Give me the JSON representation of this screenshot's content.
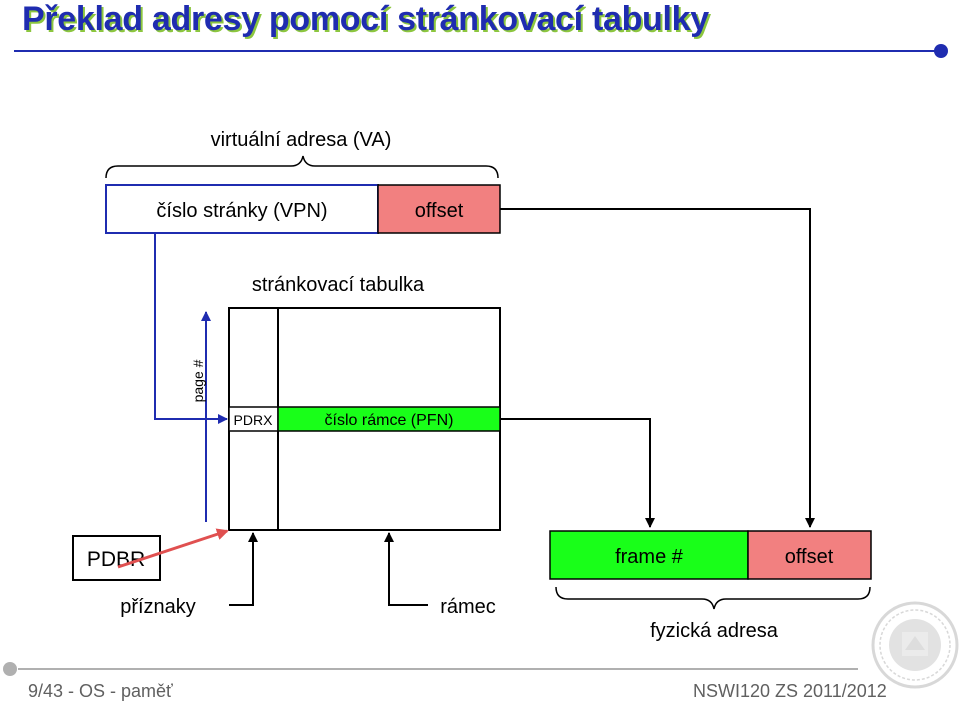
{
  "slide": {
    "title": "Překlad adresy pomocí stránkovací tabulky"
  },
  "diagram": {
    "va_label": "virtuální adresa (VA)",
    "vpn_label": "číslo stránky (VPN)",
    "offset_label": "offset",
    "table_label": "stránkovací tabulka",
    "page_axis_label": "page #",
    "pdrx_label": "PDRX",
    "pfn_label": "číslo rámce (PFN)",
    "pdbr_label": "PDBR",
    "flags_label": "příznaky",
    "frame_label": "rámec",
    "frame_no_label": "frame #",
    "phys_offset_label": "offset",
    "pa_label": "fyzická adresa",
    "colors": {
      "title": "#1f2cb0",
      "title_shadow": "#8cc63f",
      "blue_line": "#1f2cb0",
      "offset_fill": "#f28080",
      "frame_fill": "#19ff19",
      "pdbr_arrow": "#e05050"
    }
  },
  "footer": {
    "left": "9/43 - OS - paměť",
    "right": "NSWI120 ZS 2011/2012"
  },
  "decor": {
    "header_rule_dot": "circle",
    "footer_rule_dot": "circle",
    "watermark": "university-seal"
  }
}
